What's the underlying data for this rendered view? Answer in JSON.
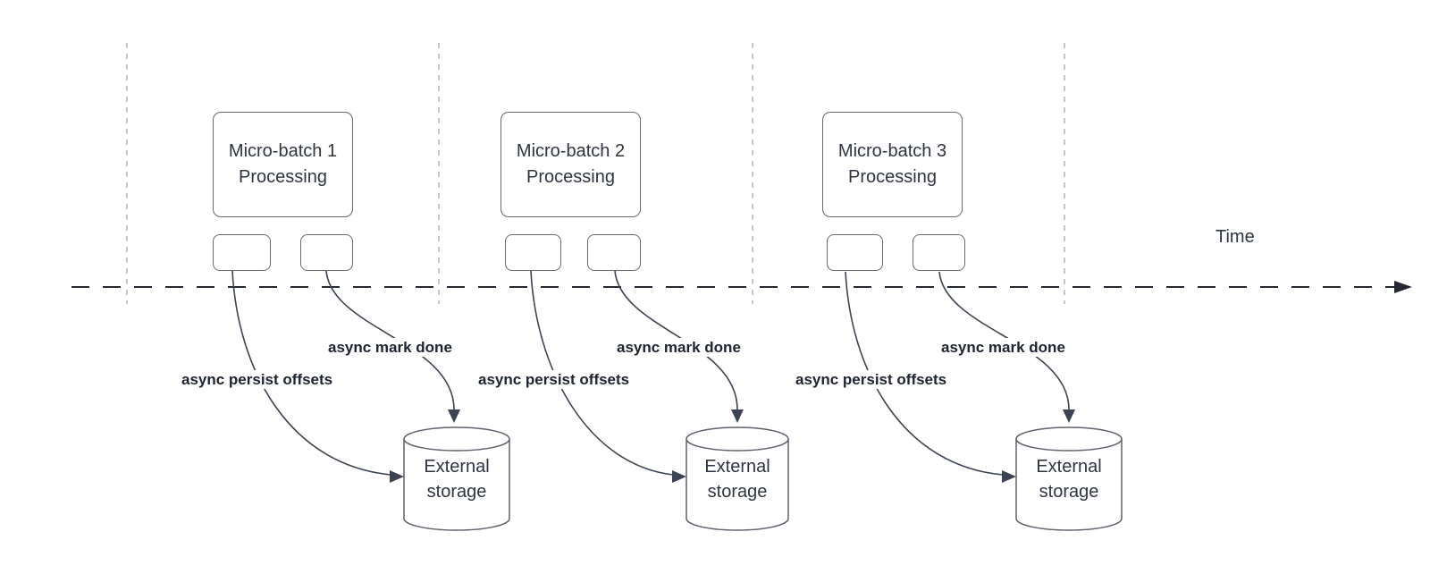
{
  "diagram": {
    "time_label": "Time",
    "batches": [
      {
        "box_label": "Micro-batch 1 Processing",
        "persist_label": "async persist offsets",
        "done_label": "async mark done",
        "storage_label": "External storage"
      },
      {
        "box_label": "Micro-batch 2 Processing",
        "persist_label": "async persist offsets",
        "done_label": "async mark done",
        "storage_label": "External storage"
      },
      {
        "box_label": "Micro-batch 3 Processing",
        "persist_label": "async persist offsets",
        "done_label": "async mark done",
        "storage_label": "External storage"
      }
    ],
    "colors": {
      "canvas_bg": "#ffffff",
      "shape_border": "#646972",
      "connector": "#3c4352",
      "timeline": "#242932",
      "guide": "#b2b5b8",
      "text": "#2e3440",
      "label_text": "#1d2330"
    }
  }
}
